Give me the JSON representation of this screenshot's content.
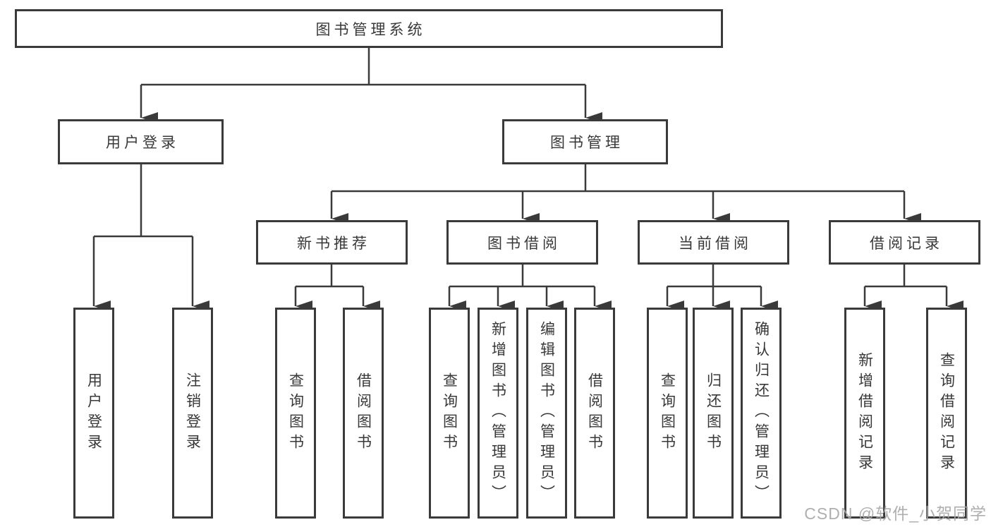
{
  "diagram_type": "hierarchy-flowchart",
  "colors": {
    "line": "#3a3a3a",
    "border": "#3a3a3a",
    "text": "#383838",
    "background": "#ffffff",
    "watermark": "#a8a8a8"
  },
  "tree": {
    "label": "图书管理系统",
    "children": [
      {
        "label": "用户登录",
        "children": [
          {
            "label": "用户登录"
          },
          {
            "label": "注销登录"
          }
        ]
      },
      {
        "label": "图书管理",
        "children": [
          {
            "label": "新书推荐",
            "children": [
              {
                "label": "查询图书"
              },
              {
                "label": "借阅图书"
              }
            ]
          },
          {
            "label": "图书借阅",
            "children": [
              {
                "label": "查询图书"
              },
              {
                "label": "新增图书（管理员）"
              },
              {
                "label": "编辑图书（管理员）"
              },
              {
                "label": "借阅图书"
              }
            ]
          },
          {
            "label": "当前借阅",
            "children": [
              {
                "label": "查询图书"
              },
              {
                "label": "归还图书"
              },
              {
                "label": "确认归还（管理员）"
              }
            ]
          },
          {
            "label": "借阅记录",
            "children": [
              {
                "label": "新增借阅记录"
              },
              {
                "label": "查询借阅记录"
              }
            ]
          }
        ]
      }
    ]
  },
  "watermark": {
    "text": "CSDN @软件_小贺同学"
  }
}
